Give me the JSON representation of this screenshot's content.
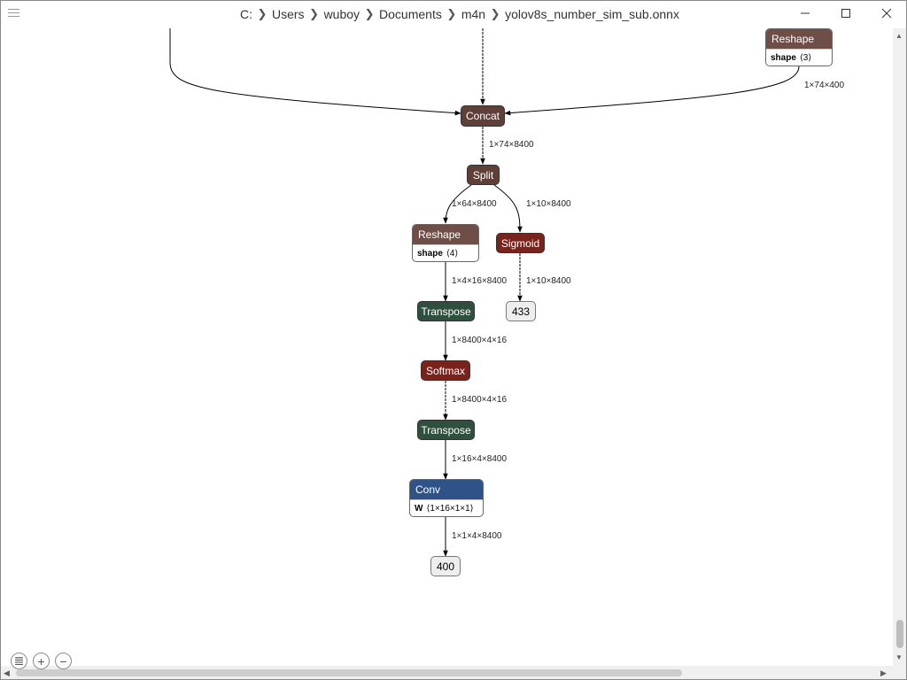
{
  "breadcrumb": [
    "C:",
    "Users",
    "wuboy",
    "Documents",
    "m4n",
    "yolov8s_number_sim_sub.onnx"
  ],
  "breadcrumb_separator": "❯",
  "nodes": {
    "reshape_top": {
      "op": "Reshape",
      "attr_name": "shape",
      "attr_value": "⟨3⟩"
    },
    "concat": {
      "op": "Concat"
    },
    "split": {
      "op": "Split"
    },
    "reshape": {
      "op": "Reshape",
      "attr_name": "shape",
      "attr_value": "⟨4⟩"
    },
    "sigmoid": {
      "op": "Sigmoid"
    },
    "transpose1": {
      "op": "Transpose"
    },
    "output_433": {
      "op": "433"
    },
    "softmax": {
      "op": "Softmax"
    },
    "transpose2": {
      "op": "Transpose"
    },
    "conv": {
      "op": "Conv",
      "attr_name": "W",
      "attr_value": "⟨1×16×1×1⟩"
    },
    "output_400": {
      "op": "400"
    }
  },
  "edge_labels": {
    "reshape_top_to_concat": "1×74×400",
    "concat_to_split": "1×74×8400",
    "split_to_reshape": "1×64×8400",
    "split_to_sigmoid": "1×10×8400",
    "reshape_to_transpose": "1×4×16×8400",
    "sigmoid_to_433": "1×10×8400",
    "transpose_to_softmax": "1×8400×4×16",
    "softmax_to_transpose": "1×8400×4×16",
    "transpose_to_conv": "1×16×4×8400",
    "conv_to_400": "1×1×4×8400"
  },
  "zoom_controls": {
    "list": "≣",
    "zoom_in": "+",
    "zoom_out": "−"
  },
  "colors": {
    "shape_op": "#6f4e47",
    "activation_op": "#7a231c",
    "transform_op": "#2f503e",
    "layer_op": "#2f5389"
  }
}
